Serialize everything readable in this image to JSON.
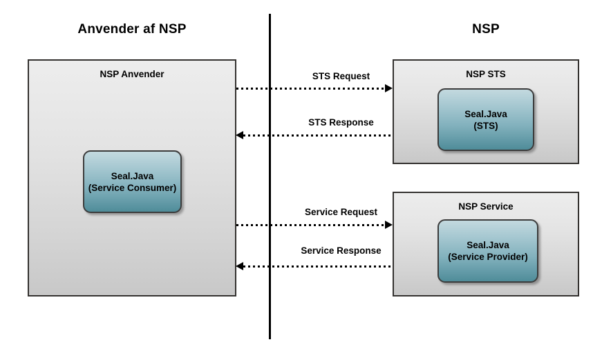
{
  "diagram": {
    "columns": [
      {
        "title": "Anvender af NSP"
      },
      {
        "title": "NSP"
      }
    ],
    "containers": [
      {
        "name": "nsp-anvender",
        "label": "NSP Anvender"
      },
      {
        "name": "nsp-sts",
        "label": "NSP STS"
      },
      {
        "name": "nsp-service",
        "label": "NSP Service"
      }
    ],
    "components": [
      {
        "name": "seal-java-service-consumer",
        "line1": "Seal.Java",
        "line2": "(Service Consumer)"
      },
      {
        "name": "seal-java-sts",
        "line1": "Seal.Java",
        "line2": "(STS)"
      },
      {
        "name": "seal-java-service-provider",
        "line1": "Seal.Java",
        "line2": "(Service Provider)"
      }
    ],
    "messages": [
      {
        "name": "sts-request",
        "label": "STS Request",
        "direction": "right"
      },
      {
        "name": "sts-response",
        "label": "STS Response",
        "direction": "left"
      },
      {
        "name": "service-request",
        "label": "Service Request",
        "direction": "right"
      },
      {
        "name": "service-response",
        "label": "Service Response",
        "direction": "left"
      }
    ],
    "colors": {
      "background": "#ffffff",
      "container_fill_top": "#ededed",
      "container_fill_bottom": "#c8c8c8",
      "container_stroke": "#33312f",
      "component_fill_top": "#c3d9df",
      "component_fill_bottom": "#4f8c99",
      "component_stroke": "#3b3b3b",
      "line": "#000000",
      "text": "#000000"
    }
  }
}
